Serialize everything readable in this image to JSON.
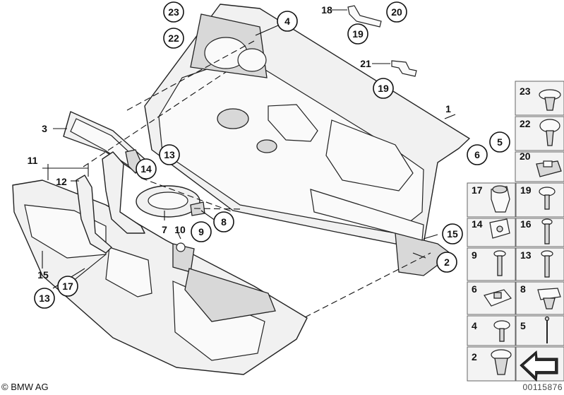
{
  "diagram": {
    "callouts": {
      "n1": "1",
      "n2": "2",
      "n3": "3",
      "n4": "4",
      "n5": "5",
      "n6": "6",
      "n7": "7",
      "n8": "8",
      "n9": "9",
      "n10": "10",
      "n11": "11",
      "n12": "12",
      "n13a": "13",
      "n13b": "13",
      "n14": "14",
      "n15a": "15",
      "n15b": "15",
      "n17": "17",
      "n18": "18",
      "n19a": "19",
      "n19b": "19",
      "n20": "20",
      "n21": "21",
      "n22": "22",
      "n23": "23"
    },
    "parts_panel": {
      "p23": "23",
      "p22": "22",
      "p20": "20",
      "p17": "17",
      "p19": "19",
      "p14": "14",
      "p16": "16",
      "p9": "9",
      "p13": "13",
      "p6": "6",
      "p8": "8",
      "p4": "4",
      "p5": "5",
      "p2": "2"
    }
  },
  "footer": {
    "brand": "© BMW AG",
    "document_number": "00115876"
  }
}
